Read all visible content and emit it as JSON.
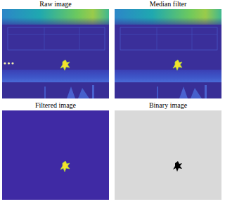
{
  "diagram": {
    "nodes": [
      {
        "text": [
          "Raw image"
        ]
      },
      {
        "text": [
          "Median filter"
        ]
      },
      {
        "text": [
          "Filtered image"
        ]
      },
      {
        "text": [
          "Binary image"
        ]
      }
    ]
  }
}
